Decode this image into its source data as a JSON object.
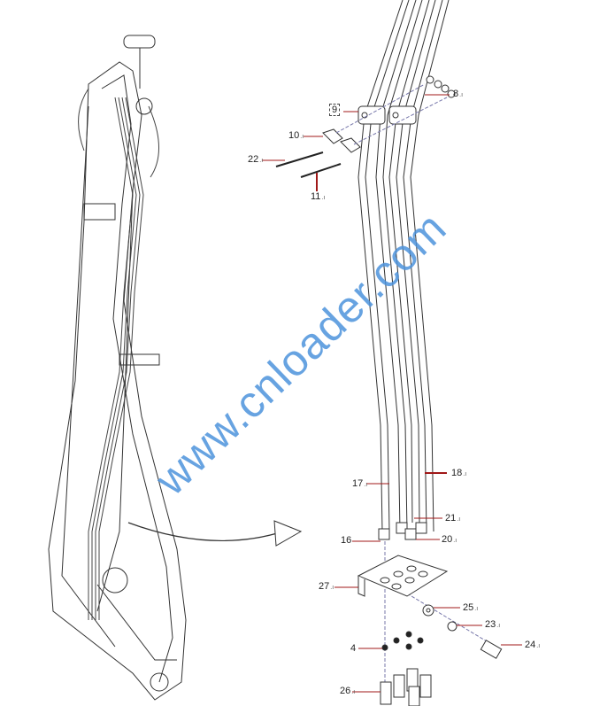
{
  "watermark": "www.cnloader.com",
  "callouts": [
    {
      "id": "8",
      "text": "8"
    },
    {
      "id": "9",
      "text": "9"
    },
    {
      "id": "10",
      "text": "10"
    },
    {
      "id": "22",
      "text": "22"
    },
    {
      "id": "11",
      "text": "11"
    },
    {
      "id": "17",
      "text": "17"
    },
    {
      "id": "18",
      "text": "18"
    },
    {
      "id": "21",
      "text": "21"
    },
    {
      "id": "16",
      "text": "16"
    },
    {
      "id": "20",
      "text": "20"
    },
    {
      "id": "27",
      "text": "27"
    },
    {
      "id": "25",
      "text": "25"
    },
    {
      "id": "23",
      "text": "23"
    },
    {
      "id": "24",
      "text": "24"
    },
    {
      "id": "4",
      "text": "4"
    },
    {
      "id": "26",
      "text": "26"
    }
  ],
  "colors": {
    "leader": "#a01818",
    "watermark": "#4d93dc",
    "line": "#333333"
  }
}
